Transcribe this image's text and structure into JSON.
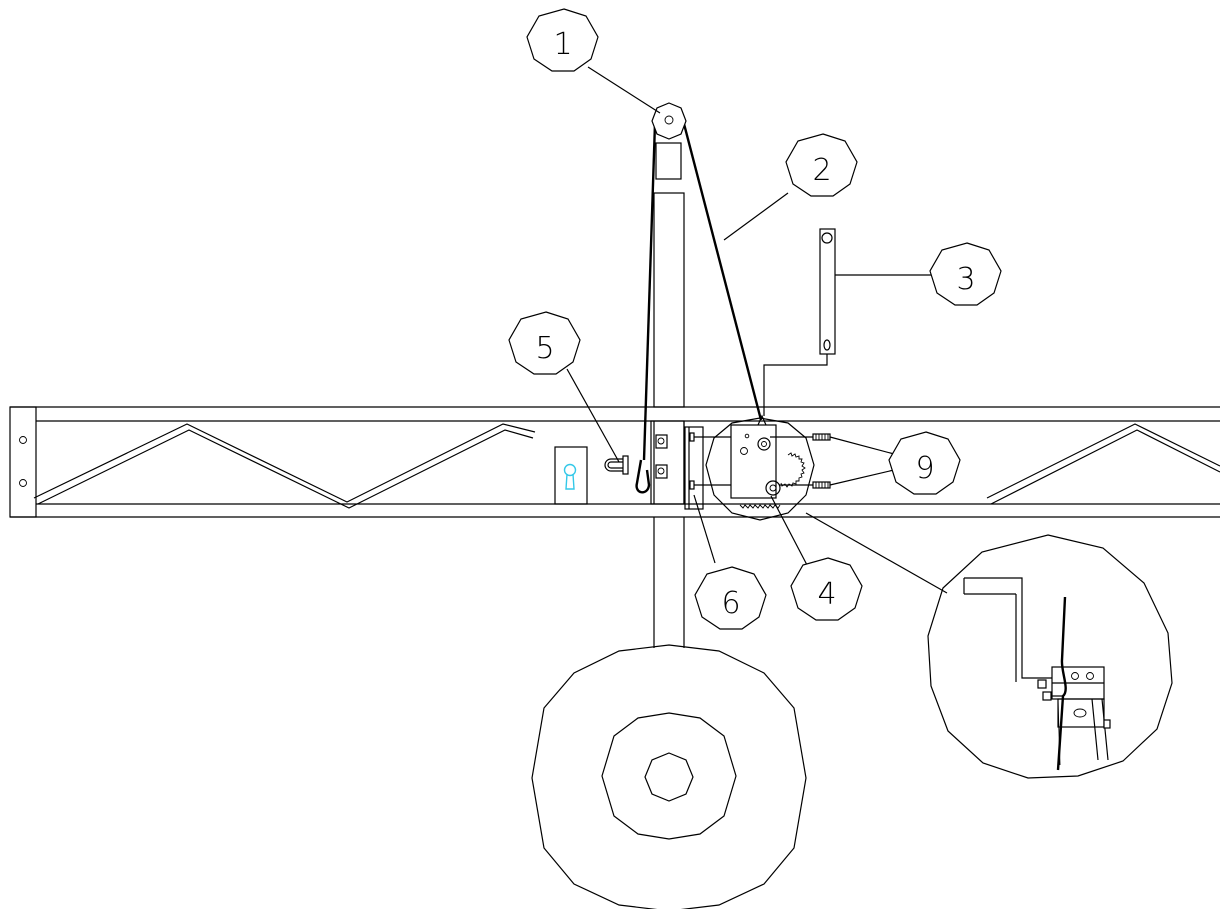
{
  "callouts": [
    {
      "label": "1",
      "part": "pulley"
    },
    {
      "label": "2",
      "part": "cable"
    },
    {
      "label": "3",
      "part": "crank-handle"
    },
    {
      "label": "4",
      "part": "winch"
    },
    {
      "label": "5",
      "part": "u-bolt"
    },
    {
      "label": "6",
      "part": "mounting-plate"
    },
    {
      "label": "9",
      "part": "bolts"
    }
  ],
  "colors": {
    "line": "#000000",
    "background": "#ffffff",
    "keyhole": "#33c8e8"
  }
}
